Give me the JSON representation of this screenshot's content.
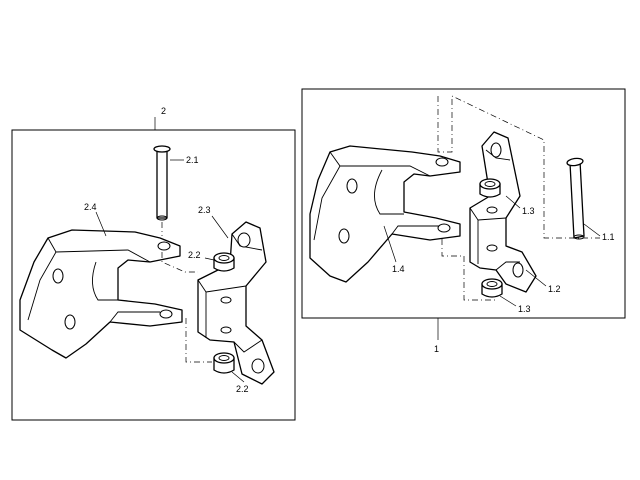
{
  "callouts": {
    "assembly_left": "2",
    "assembly_right": "1",
    "l_2_1": "2.1",
    "l_2_2a": "2.2",
    "l_2_2b": "2.2",
    "l_2_3": "2.3",
    "l_2_4": "2.4",
    "l_1_1": "1.1",
    "l_1_2": "1.2",
    "l_1_3a": "1.3",
    "l_1_3b": "1.3",
    "l_1_4": "1.4"
  }
}
